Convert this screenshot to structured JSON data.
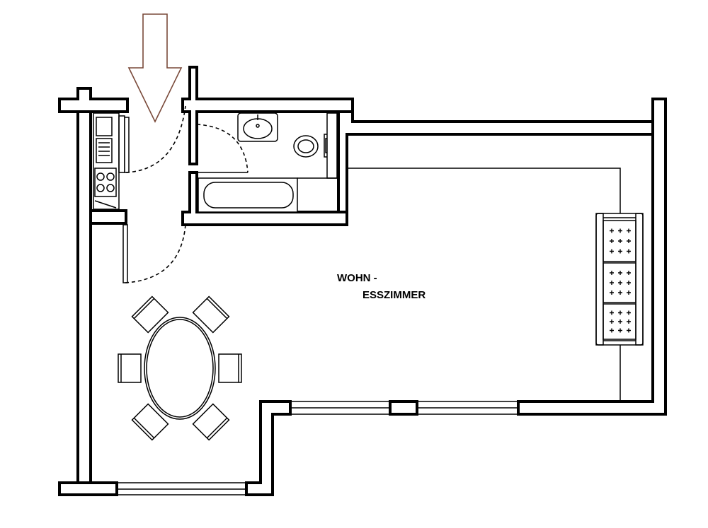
{
  "plan": {
    "rooms": [
      {
        "id": "living-dining",
        "label_line1": "WOHN -",
        "label_line2": "ESSZIMMER"
      }
    ],
    "colors": {
      "wall_fill": "#ffffff",
      "wall_stroke": "#000000",
      "entrance_arrow": "#7a4a3a"
    },
    "icons": [
      "entrance-arrow",
      "kitchenette",
      "bathtub",
      "washbasin",
      "toilet",
      "dining-table",
      "sofa",
      "door-swing",
      "window"
    ]
  }
}
